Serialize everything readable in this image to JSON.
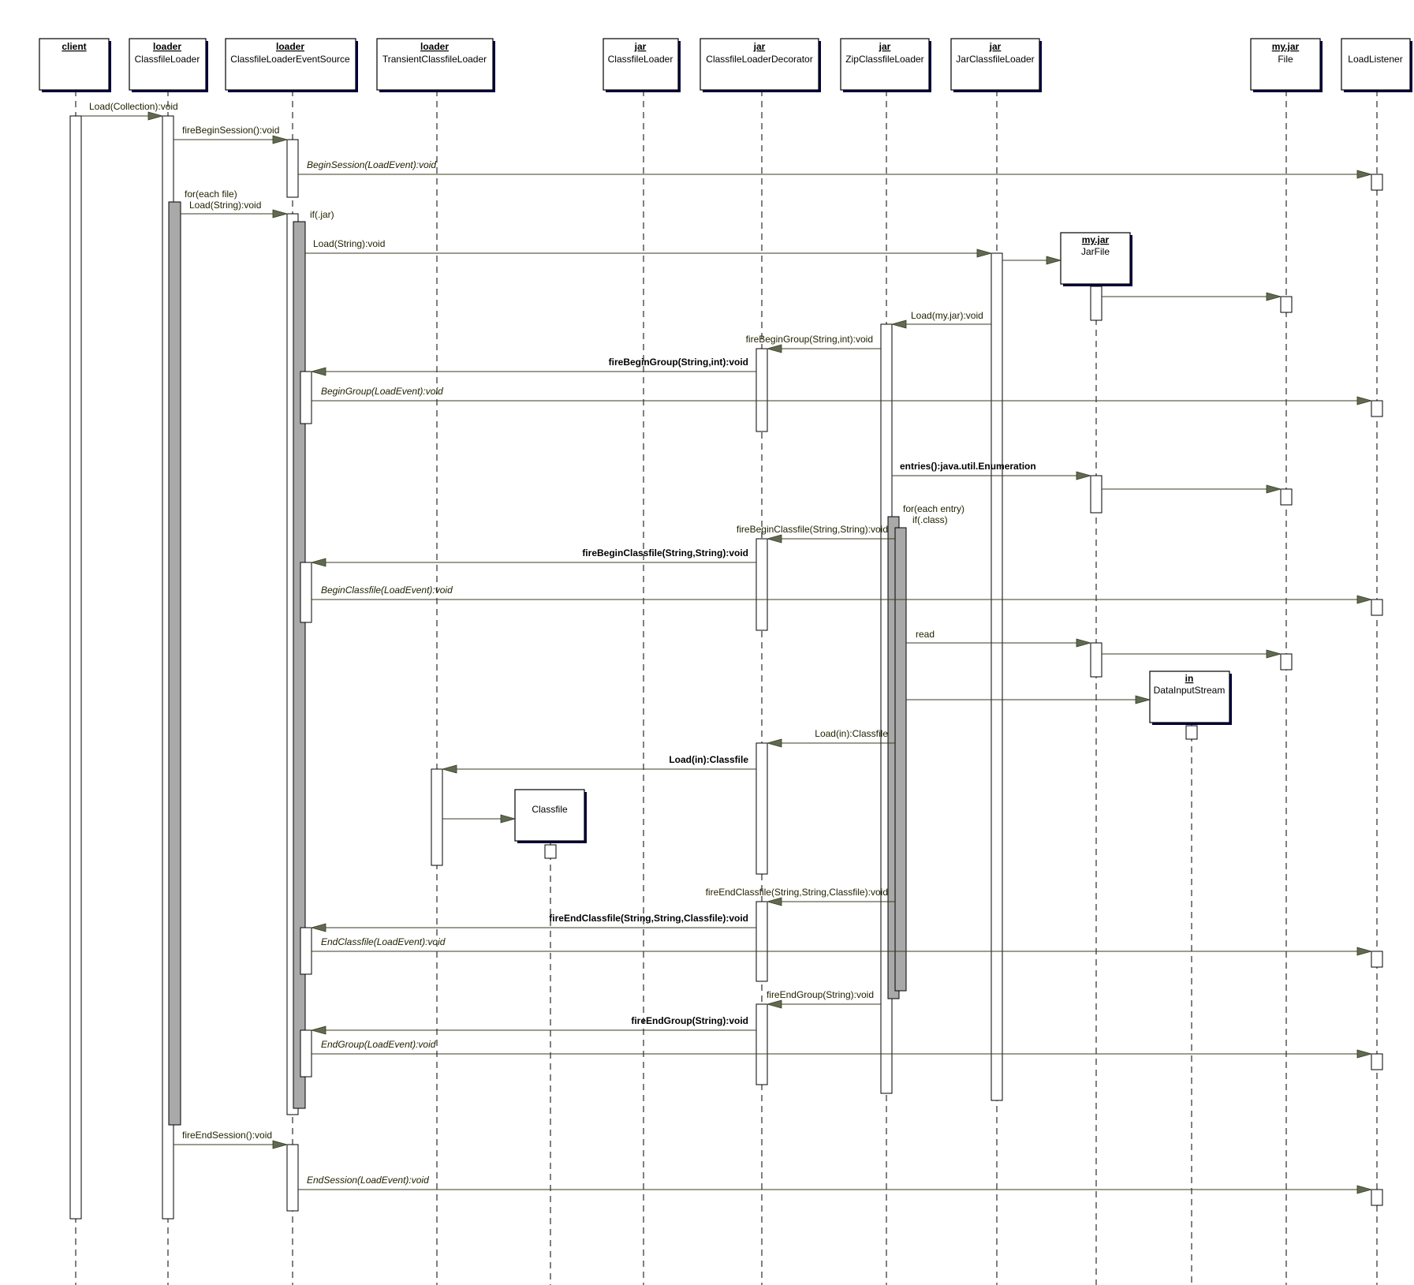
{
  "objects": {
    "client": {
      "name": "client",
      "type": ""
    },
    "cfl": {
      "name": "loader",
      "type": "ClassfileLoader"
    },
    "es": {
      "name": "loader",
      "type": "ClassfileLoaderEventSource"
    },
    "tcl": {
      "name": "loader",
      "type": "TransientClassfileLoader"
    },
    "jcfl": {
      "name": "jar",
      "type": "ClassfileLoader"
    },
    "dec": {
      "name": "jar",
      "type": "ClassfileLoaderDecorator"
    },
    "zip": {
      "name": "jar",
      "type": "ZipClassfileLoader"
    },
    "jarcl": {
      "name": "jar",
      "type": "JarClassfileLoader"
    },
    "file": {
      "name": "my.jar",
      "type": "File"
    },
    "ll": {
      "name": "",
      "type": "LoadListener"
    },
    "jarfile": {
      "name": "my.jar",
      "type": "JarFile"
    },
    "dis": {
      "name": "in",
      "type": "DataInputStream"
    },
    "classfile": {
      "name": "",
      "type": "Classfile"
    }
  },
  "messages": {
    "m1": "Load(Collection):void",
    "m2": "fireBeginSession():void",
    "m3": "BeginSession(LoadEvent):void",
    "m4a": "for(each file)",
    "m4b": "Load(String):void",
    "m5": "if(.jar)",
    "m6": "Load(String):void",
    "m7": "Load(my.jar):void",
    "m8": "fireBeginGroup(String,int):void",
    "m9": "fireBeginGroup(String,int):void",
    "m10": "BeginGroup(LoadEvent):void",
    "m11": "entries():java.util.Enumeration",
    "m12a": "for(each entry)",
    "m12b": "if(.class)",
    "m13": "fireBeginClassfile(String,String):void",
    "m14": "fireBeginClassfile(String,String):void",
    "m15": "BeginClassfile(LoadEvent):void",
    "m16": "read",
    "m17": "Load(in):Classfile",
    "m18": "Load(in):Classfile",
    "m19": "fireEndClassfile(String,String,Classfile):void",
    "m20": "fireEndClassfile(String,String,Classfile):void",
    "m21": "EndClassfile(LoadEvent):void",
    "m22": "fireEndGroup(String):void",
    "m23": "fireEndGroup(String):void",
    "m24": "EndGroup(LoadEvent):void",
    "m25": "fireEndSession():void",
    "m26": "EndSession(LoadEvent):void"
  },
  "colors": {
    "arrow": "#3b3b1f",
    "arrowhead": "#5f6a52",
    "activation_nested": "#a9a9a9",
    "shadow": "#000040"
  }
}
